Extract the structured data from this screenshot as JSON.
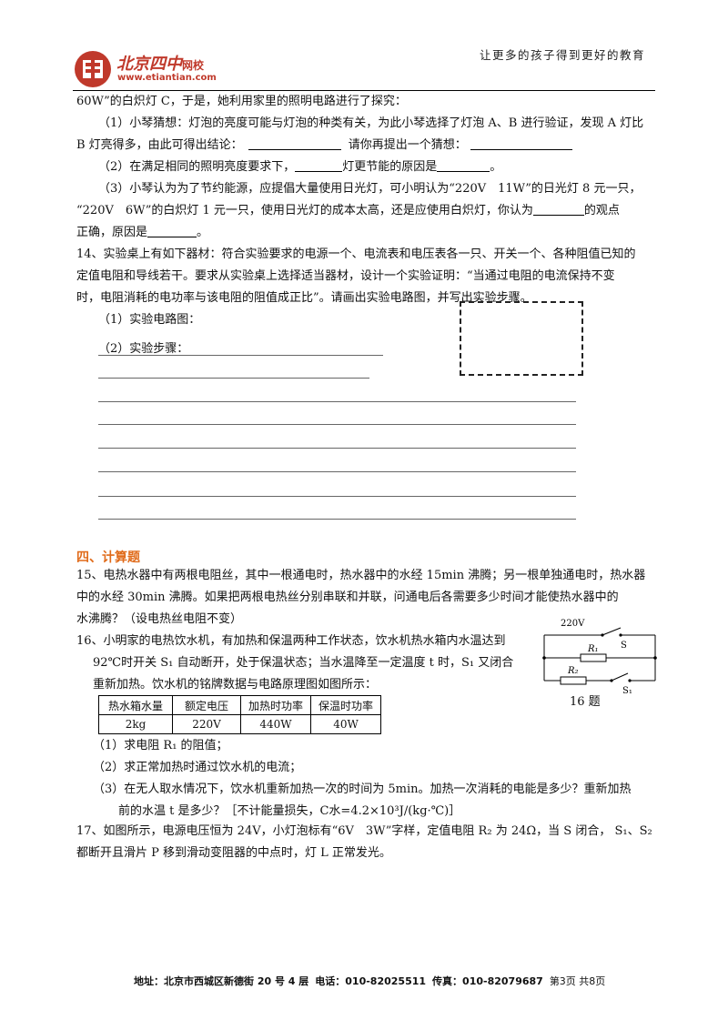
{
  "header": {
    "logo_cn": "北京四中",
    "logo_sub": "网校",
    "logo_url": "www.etiantian.com",
    "slogan": "让更多的孩子得到更好的教育",
    "brand_color": "#c0392b"
  },
  "lines": {
    "l1": "60W”的白炽灯 C，于是，她利用家里的照明电路进行了探究：",
    "l2a": "（1）小琴猜想：灯泡的亮度可能与灯泡的种类有关，为此小琴选择了灯泡 A、B 进行验证，发现 A 灯比",
    "l2b_1": "B 灯亮得多，由此可得出结论：",
    "l2b_2": "请你再提出一个猜想：",
    "l3_1": "（2）在满足相同的照明亮度要求下，",
    "l3_2": "灯更节能的原因是",
    "l3_3": "。",
    "l4a": "（3）小琴认为为了节约能源，应提倡大量使用日光灯，可小明认为“220V　11W”的日光灯 8 元一只，",
    "l4b_1": "“220V　6W”的白炽灯 1 元一只，使用日光灯的成本太高，还是应使用白炽灯，你认为",
    "l4b_2": "的观点",
    "l4c_1": "正确，原因是",
    "l4c_2": "。"
  },
  "q14": {
    "l1": "14、实验桌上有如下器材：符合实验要求的电源一个、电流表和电压表各一只、开关一个、各种阻值已知的",
    "l2": "定值电阻和导线若干。要求从实验桌上选择适当器材，设计一个实验证明：“当通过电阻的电流保持不变",
    "l3": "时，电阻消耗的电功率与该电阻的阻值成正比”。请画出实验电路图，并写出实验步骤。",
    "sub1": "（1）实验电路图：",
    "sub2": "（2）实验步骤："
  },
  "section4": {
    "title": "四、计算题"
  },
  "q15": {
    "l1": "15、电热水器中有两根电阻丝，其中一根通电时，热水器中的水经 15min 沸腾；另一根单独通电时，热水器",
    "l2": "中的水经 30min 沸腾。如果把两根电热丝分别串联和并联，问通电后各需要多少时间才能使热水器中的",
    "l3": "水沸腾？（设电热丝电阻不变）"
  },
  "q16": {
    "l1": "16、小明家的电热饮水机，有加热和保温两种工作状态，饮水机热水箱内水温达到",
    "l2": "92℃时开关 S₁ 自动断开，处于保温状态；当水温降至一定温度 t 时，S₁ 又闭合",
    "l3": "重新加热。饮水机的铭牌数据与电路原理图如图所示：",
    "table_headers": [
      "热水箱水量",
      "额定电压",
      "加热时功率",
      "保温时功率"
    ],
    "table_values": [
      "2kg",
      "220V",
      "440W",
      "40W"
    ],
    "sub1": "（1）求电阻 R₁ 的阻值；",
    "sub2": "（2）求正常加热时通过饮水机的电流；",
    "sub3a": "（3）在无人取水情况下，饮水机重新加热一次的时间为 5min。加热一次消耗的电能是多少？重新加热",
    "sub3b": "前的水温 t 是多少？［不计能量损失，C水=4.2×10³J/(kg·℃)］",
    "fig_voltage": "220V",
    "fig_s": "S",
    "fig_r1": "R₁",
    "fig_r2": "R₂",
    "fig_s1": "S₁",
    "fig_caption": "16 题"
  },
  "q17": {
    "l1": "17、如图所示，电源电压恒为 24V，小灯泡标有“6V　3W”字样，定值电阻 R₂ 为 24Ω，当 S 闭合， S₁、S₂",
    "l2": "都断开且滑片 P 移到滑动变阻器的中点时，灯 L 正常发光。"
  },
  "footer": {
    "address_label": "地址：",
    "address": "北京市西城区新德街 20 号 4 层",
    "phone_label": "电话：",
    "phone": "010-82025511",
    "fax_label": "传真：",
    "fax": "010-82079687",
    "page": "第3页 共8页"
  }
}
